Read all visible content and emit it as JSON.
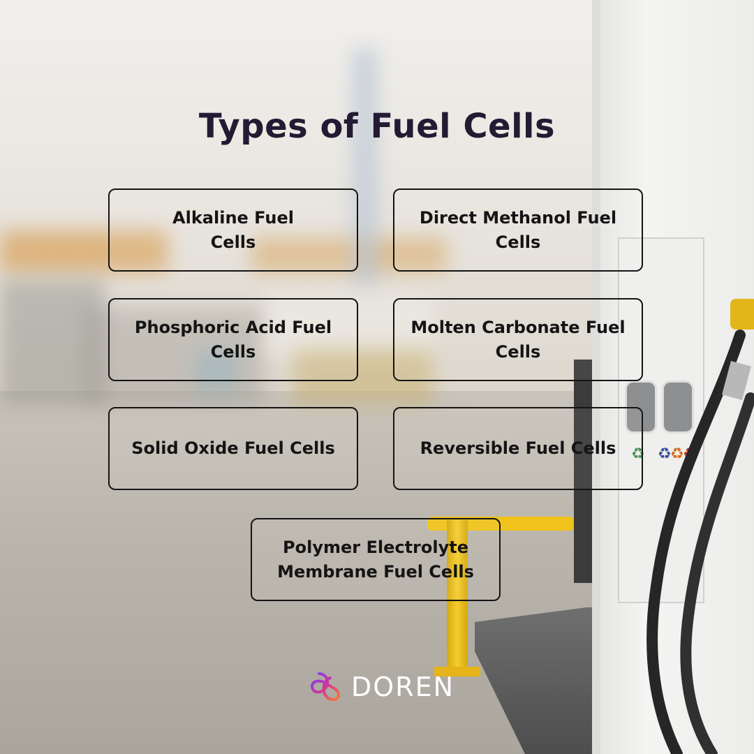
{
  "title": "Types of Fuel Cells",
  "cards": [
    {
      "label": "Alkaline Fuel\nCells"
    },
    {
      "label": "Direct Methanol Fuel\nCells"
    },
    {
      "label": "Phosphoric Acid Fuel\nCells"
    },
    {
      "label": "Molten Carbonate Fuel\nCells"
    },
    {
      "label": "Solid Oxide Fuel Cells"
    },
    {
      "label": "Reversible Fuel Cells"
    },
    {
      "label": "Polymer Electrolyte\nMembrane Fuel Cells"
    }
  ],
  "brand": {
    "name": "DOREN",
    "logo_icon": "doren-logo-icon"
  },
  "colors": {
    "title": "#241a33",
    "card_border": "#141414",
    "brand_text": "#ffffff"
  }
}
